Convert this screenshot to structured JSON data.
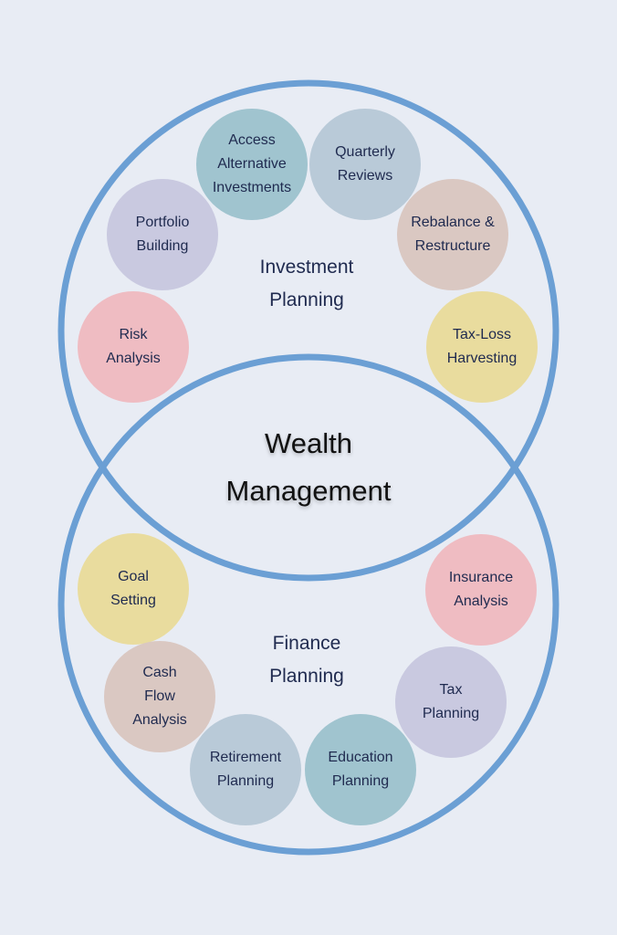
{
  "title": "Wealth\nManagement",
  "ring_color": "#6b9fd4",
  "investment": {
    "label": "Investment\nPlanning",
    "items": [
      {
        "label": "Access\nAlternative\nInvestments",
        "color": "#a0c4cf"
      },
      {
        "label": "Quarterly\nReviews",
        "color": "#b9cad8"
      },
      {
        "label": "Portfolio\nBuilding",
        "color": "#c9c9e0"
      },
      {
        "label": "Rebalance &\nRestructure",
        "color": "#dac8c2"
      },
      {
        "label": "Risk\nAnalysis",
        "color": "#efbcc2"
      },
      {
        "label": "Tax-Loss\nHarvesting",
        "color": "#e9dc9e"
      }
    ]
  },
  "finance": {
    "label": "Finance\nPlanning",
    "items": [
      {
        "label": "Goal\nSetting",
        "color": "#e9dc9e"
      },
      {
        "label": "Insurance\nAnalysis",
        "color": "#efbcc2"
      },
      {
        "label": "Cash\nFlow\nAnalysis",
        "color": "#dac8c2"
      },
      {
        "label": "Tax\nPlanning",
        "color": "#c9c9e0"
      },
      {
        "label": "Retirement\nPlanning",
        "color": "#b9cad8"
      },
      {
        "label": "Education\nPlanning",
        "color": "#a0c4cf"
      }
    ]
  }
}
